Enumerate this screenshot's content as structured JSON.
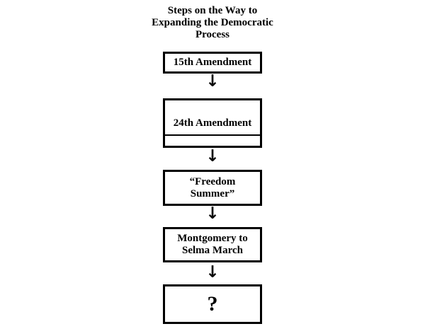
{
  "page": {
    "background": "#ffffff",
    "ink": "#000000"
  },
  "diagram": {
    "title": "Steps on the Way to\nExpanding the Democratic\nProcess",
    "arrow_glyph": "↓",
    "steps": [
      {
        "label": "15th Amendment"
      },
      {
        "label": "24th Amendment",
        "empty_cell": ""
      },
      {
        "label": "“Freedom\nSummer”"
      },
      {
        "label": "Montgomery to\nSelma March"
      },
      {
        "label": "?"
      }
    ]
  }
}
